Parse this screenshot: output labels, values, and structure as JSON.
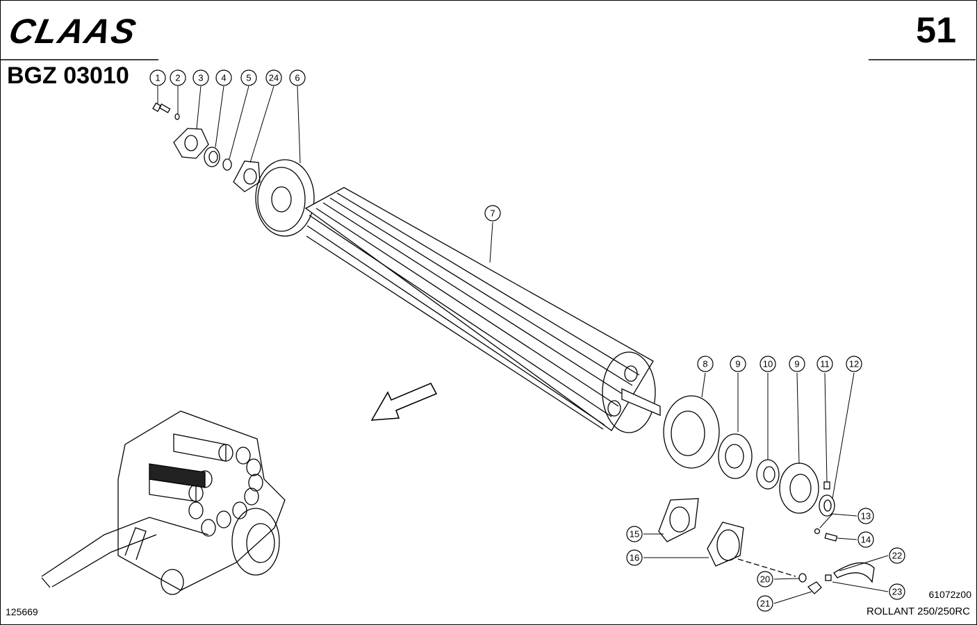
{
  "header": {
    "brand": "CLAAS",
    "page_number": "51",
    "group_code": "BGZ 03010"
  },
  "footer": {
    "reference_number": "125669",
    "model": "ROLLANT 250/250RC",
    "drawing_id": "61072z00"
  },
  "callouts": [
    {
      "id": "c1",
      "label": "1"
    },
    {
      "id": "c2",
      "label": "2"
    },
    {
      "id": "c3",
      "label": "3"
    },
    {
      "id": "c4",
      "label": "4"
    },
    {
      "id": "c5",
      "label": "5"
    },
    {
      "id": "c24",
      "label": "24"
    },
    {
      "id": "c6",
      "label": "6"
    },
    {
      "id": "c7",
      "label": "7"
    },
    {
      "id": "c8",
      "label": "8"
    },
    {
      "id": "c9a",
      "label": "9"
    },
    {
      "id": "c10",
      "label": "10"
    },
    {
      "id": "c9b",
      "label": "9"
    },
    {
      "id": "c11",
      "label": "11"
    },
    {
      "id": "c12",
      "label": "12"
    },
    {
      "id": "c13",
      "label": "13"
    },
    {
      "id": "c14",
      "label": "14"
    },
    {
      "id": "c15",
      "label": "15"
    },
    {
      "id": "c16",
      "label": "16"
    },
    {
      "id": "c20",
      "label": "20"
    },
    {
      "id": "c21",
      "label": "21"
    },
    {
      "id": "c22",
      "label": "22"
    },
    {
      "id": "c23",
      "label": "23"
    }
  ]
}
